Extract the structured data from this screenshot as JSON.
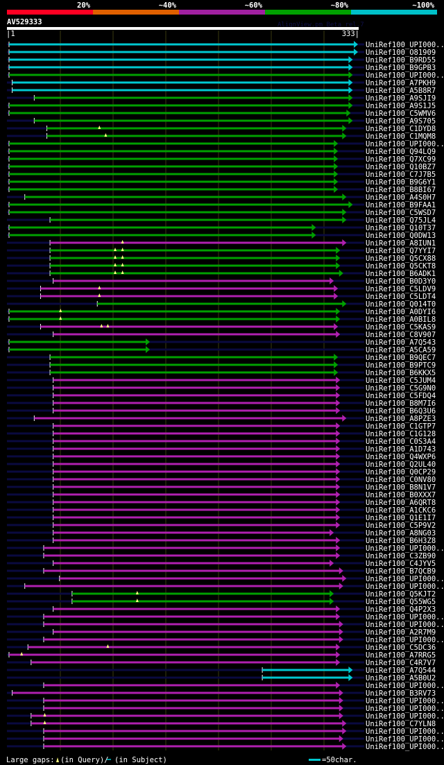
{
  "legend_scale": {
    "labels": [
      "20%",
      "~40%",
      "~60%",
      "~80%",
      "~100%"
    ],
    "colors": [
      "#ff0022",
      "#e06000",
      "#a020a0",
      "#00a000",
      "#00c0c8"
    ]
  },
  "query": {
    "id": "AV529333",
    "start_label": "|1",
    "end_label": "333|",
    "length": 333
  },
  "watermark": "AlignView.pm Beta rel.7",
  "colors": {
    "c": "#00c8d0",
    "g": "#00a000",
    "m": "#b020b0",
    "gap": "#ffff80",
    "track": "#0a0a40",
    "grid": "#3a3a10"
  },
  "hits": [
    [
      "UniRef100_UPI000..",
      "c",
      1,
      333,
      []
    ],
    [
      "UniRef100_O81909",
      "c",
      1,
      333,
      []
    ],
    [
      "UniRef100_B9RD55",
      "c",
      1,
      328,
      []
    ],
    [
      "UniRef100_B9GPB3",
      "c",
      1,
      328,
      []
    ],
    [
      "UniRef100_UPI000..",
      "g",
      1,
      328,
      []
    ],
    [
      "UniRef100_A7PKH9",
      "c",
      4,
      328,
      []
    ],
    [
      "UniRef100_A5B8R7",
      "c",
      4,
      328,
      []
    ],
    [
      "UniRef100_A9SJI9",
      "g",
      25,
      328,
      []
    ],
    [
      "UniRef100_A9S1J5",
      "g",
      1,
      328,
      []
    ],
    [
      "UniRef100_C5WMV6",
      "g",
      1,
      326,
      []
    ],
    [
      "UniRef100_A9S705",
      "g",
      25,
      328,
      []
    ],
    [
      "UniRef100_C1DYD8",
      "g",
      37,
      322,
      [
        87
      ]
    ],
    [
      "UniRef100_C1MQM8",
      "g",
      37,
      322,
      [
        93
      ]
    ],
    [
      "UniRef100_UPI000..",
      "g",
      1,
      314,
      []
    ],
    [
      "UniRef100_Q94LQ9",
      "g",
      1,
      314,
      []
    ],
    [
      "UniRef100_Q7XC99",
      "g",
      1,
      314,
      []
    ],
    [
      "UniRef100_Q10BZ7",
      "g",
      1,
      314,
      []
    ],
    [
      "UniRef100_C7J7B5",
      "g",
      1,
      314,
      []
    ],
    [
      "UniRef100_B9G6Y1",
      "g",
      1,
      314,
      []
    ],
    [
      "UniRef100_B8BI67",
      "g",
      1,
      314,
      []
    ],
    [
      "UniRef100_A4S0H7",
      "g",
      16,
      322,
      []
    ],
    [
      "UniRef100_B9FAA1",
      "g",
      1,
      328,
      []
    ],
    [
      "UniRef100_C5WSD7",
      "g",
      1,
      322,
      []
    ],
    [
      "UniRef100_Q75JL4",
      "g",
      40,
      322,
      []
    ],
    [
      "UniRef100_Q10T37",
      "g",
      1,
      293,
      []
    ],
    [
      "UniRef100_Q0DW13",
      "g",
      1,
      293,
      []
    ],
    [
      "UniRef100_A8IUN1",
      "m",
      40,
      322,
      [
        109
      ]
    ],
    [
      "UniRef100_Q7YYI7",
      "g",
      40,
      316,
      [
        102,
        109
      ]
    ],
    [
      "UniRef100_Q5CX88",
      "g",
      40,
      316,
      [
        102,
        109
      ]
    ],
    [
      "UniRef100_Q5CKT8",
      "g",
      40,
      316,
      [
        102,
        109
      ]
    ],
    [
      "UniRef100_B6ADK1",
      "g",
      40,
      319,
      [
        102,
        109
      ]
    ],
    [
      "UniRef100_B0D3Y0",
      "m",
      43,
      310,
      []
    ],
    [
      "UniRef100_C5LDV9",
      "m",
      31,
      314,
      [
        87
      ]
    ],
    [
      "UniRef100_C5LDT4",
      "m",
      31,
      314,
      [
        87
      ]
    ],
    [
      "UniRef100_Q014T0",
      "g",
      85,
      322,
      []
    ],
    [
      "UniRef100_A0DYI6",
      "g",
      1,
      316,
      [
        50
      ]
    ],
    [
      "UniRef100_A0BIL8",
      "g",
      1,
      316,
      [
        50
      ]
    ],
    [
      "UniRef100_C5KAS9",
      "m",
      31,
      314,
      [
        89,
        95
      ]
    ],
    [
      "UniRef100_C8V907",
      "m",
      43,
      316,
      []
    ],
    [
      "UniRef100_A7Q543",
      "g",
      1,
      135,
      []
    ],
    [
      "UniRef100_A5CA59",
      "g",
      1,
      135,
      []
    ],
    [
      "UniRef100_B9QEC7",
      "g",
      40,
      314,
      []
    ],
    [
      "UniRef100_B9PTC9",
      "g",
      40,
      314,
      []
    ],
    [
      "UniRef100_B6KKX5",
      "g",
      40,
      314,
      []
    ],
    [
      "UniRef100_C5JUM4",
      "m",
      43,
      316,
      []
    ],
    [
      "UniRef100_C5G9N0",
      "m",
      43,
      316,
      []
    ],
    [
      "UniRef100_C5FDQ4",
      "m",
      43,
      316,
      []
    ],
    [
      "UniRef100_B8M7I6",
      "m",
      43,
      316,
      []
    ],
    [
      "UniRef100_B6Q3U6",
      "m",
      43,
      316,
      []
    ],
    [
      "UniRef100_A8PZE3",
      "m",
      25,
      322,
      []
    ],
    [
      "UniRef100_C1GTP7",
      "m",
      43,
      316,
      []
    ],
    [
      "UniRef100_C1G128",
      "m",
      43,
      316,
      []
    ],
    [
      "UniRef100_C0S3A4",
      "m",
      43,
      316,
      []
    ],
    [
      "UniRef100_A1D743",
      "m",
      43,
      316,
      []
    ],
    [
      "UniRef100_Q4WXP6",
      "m",
      43,
      316,
      []
    ],
    [
      "UniRef100_Q2UL40",
      "m",
      43,
      316,
      []
    ],
    [
      "UniRef100_Q0CP29",
      "m",
      43,
      316,
      []
    ],
    [
      "UniRef100_C0NV80",
      "m",
      43,
      316,
      []
    ],
    [
      "UniRef100_B8N1V7",
      "m",
      43,
      316,
      []
    ],
    [
      "UniRef100_B0XXX7",
      "m",
      43,
      316,
      []
    ],
    [
      "UniRef100_A6QRT8",
      "m",
      43,
      316,
      []
    ],
    [
      "UniRef100_A1CKC6",
      "m",
      43,
      316,
      []
    ],
    [
      "UniRef100_Q1E1I7",
      "m",
      43,
      316,
      []
    ],
    [
      "UniRef100_C5P9V2",
      "m",
      43,
      316,
      []
    ],
    [
      "UniRef100_A8NG03",
      "m",
      43,
      310,
      []
    ],
    [
      "UniRef100_B6H3Z8",
      "m",
      43,
      316,
      []
    ],
    [
      "UniRef100_UPI000..",
      "m",
      34,
      316,
      []
    ],
    [
      "UniRef100_C3ZB90",
      "m",
      34,
      316,
      []
    ],
    [
      "UniRef100_C4JYV5",
      "m",
      43,
      310,
      []
    ],
    [
      "UniRef100_B7QCB9",
      "m",
      34,
      319,
      []
    ],
    [
      "UniRef100_UPI000..",
      "m",
      49,
      322,
      []
    ],
    [
      "UniRef100_UPI000..",
      "m",
      16,
      319,
      []
    ],
    [
      "UniRef100_Q5KJT2",
      "g",
      61,
      310,
      [
        123
      ]
    ],
    [
      "UniRef100_Q55WG5",
      "g",
      61,
      310,
      [
        123
      ]
    ],
    [
      "UniRef100_Q4P2X3",
      "m",
      43,
      316,
      []
    ],
    [
      "UniRef100_UPI000..",
      "m",
      34,
      316,
      []
    ],
    [
      "UniRef100_UPI000..",
      "m",
      34,
      319,
      []
    ],
    [
      "UniRef100_A2R7M9",
      "m",
      43,
      319,
      []
    ],
    [
      "UniRef100_UPI000..",
      "m",
      34,
      319,
      []
    ],
    [
      "UniRef100_C5DC36",
      "m",
      19,
      316,
      [
        95
      ]
    ],
    [
      "UniRef100_A7RRG5",
      "m",
      1,
      316,
      [
        13
      ]
    ],
    [
      "UniRef100_C4R7V7",
      "m",
      22,
      316,
      []
    ],
    [
      "UniRef100_A7Q544",
      "c",
      242,
      328,
      []
    ],
    [
      "UniRef100_A5B0U2",
      "c",
      242,
      328,
      []
    ],
    [
      "UniRef100_UPI000..",
      "m",
      34,
      316,
      []
    ],
    [
      "UniRef100_B3RV73",
      "m",
      4,
      319,
      []
    ],
    [
      "UniRef100_UPI000..",
      "m",
      34,
      319,
      []
    ],
    [
      "UniRef100_UPI000..",
      "m",
      34,
      319,
      []
    ],
    [
      "UniRef100_UPI000..",
      "m",
      22,
      319,
      [
        35
      ]
    ],
    [
      "UniRef100_C7YLN8",
      "m",
      22,
      322,
      [
        35
      ]
    ],
    [
      "UniRef100_UPI000..",
      "m",
      34,
      322,
      []
    ],
    [
      "UniRef100_UPI000..",
      "m",
      34,
      319,
      []
    ],
    [
      "UniRef100_UPI000..",
      "m",
      34,
      322,
      []
    ]
  ],
  "footer": {
    "gaps_label": "Large gaps:",
    "query_label": "(in Query)/",
    "subject_label": "(in Subject)",
    "scale_label": "=50char."
  }
}
